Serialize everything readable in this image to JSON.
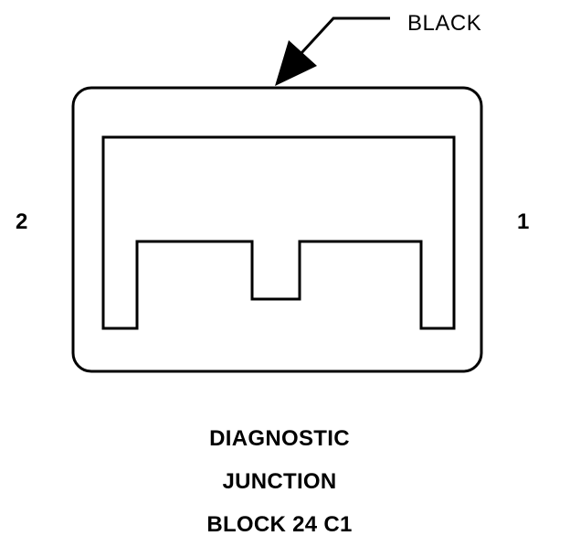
{
  "connector": {
    "color_label": "BLACK",
    "pin_left": "2",
    "pin_right": "1"
  },
  "caption": {
    "line1": "DIAGNOSTIC",
    "line2": "JUNCTION",
    "line3": "BLOCK 24 C1"
  }
}
